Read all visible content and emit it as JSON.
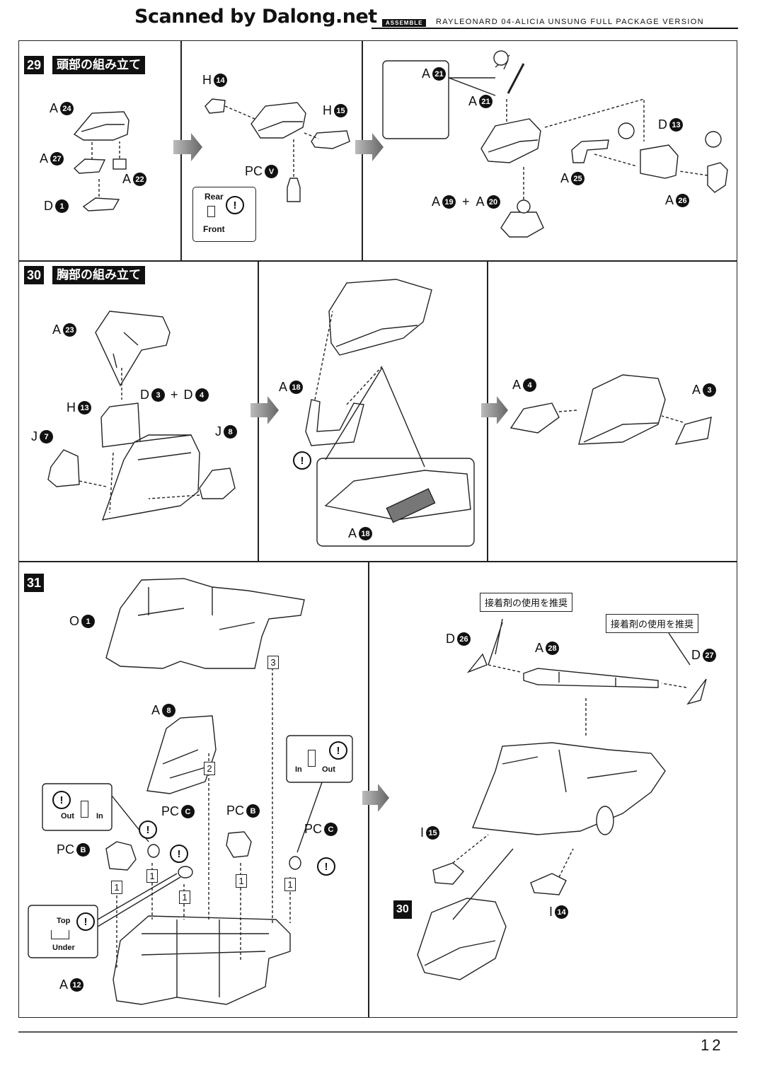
{
  "watermark": "Scanned by Dalong.net",
  "header": {
    "badge": "ASSEMBLE",
    "title": "RAYLEONARD 04-ALICIA UNSUNG FULL PACKAGE VERSION"
  },
  "page_number": "12",
  "step29": {
    "number": "29",
    "title": "頭部の組み立て",
    "labels": {
      "a24": {
        "letter": "A",
        "num": "24"
      },
      "a27": {
        "letter": "A",
        "num": "27"
      },
      "a22": {
        "letter": "A",
        "num": "22"
      },
      "d1": {
        "letter": "D",
        "num": "1"
      },
      "h14": {
        "letter": "H",
        "num": "14"
      },
      "h15": {
        "letter": "H",
        "num": "15"
      },
      "pcv": {
        "letter": "PC",
        "num": "V"
      },
      "a21_box": {
        "letter": "A",
        "num": "21"
      },
      "a21": {
        "letter": "A",
        "num": "21"
      },
      "d13": {
        "letter": "D",
        "num": "13"
      },
      "a25": {
        "letter": "A",
        "num": "25"
      },
      "a26": {
        "letter": "A",
        "num": "26"
      },
      "a19": {
        "letter": "A",
        "num": "19"
      },
      "plus": "+",
      "a20": {
        "letter": "A",
        "num": "20"
      }
    },
    "note": {
      "top": "Rear",
      "bottom": "Front",
      "mark": "!"
    }
  },
  "step30": {
    "number": "30",
    "title": "胸部の組み立て",
    "labels": {
      "a23": {
        "letter": "A",
        "num": "23"
      },
      "d3": {
        "letter": "D",
        "num": "3"
      },
      "plus": "+",
      "d4": {
        "letter": "D",
        "num": "4"
      },
      "h13": {
        "letter": "H",
        "num": "13"
      },
      "j7": {
        "letter": "J",
        "num": "7"
      },
      "j8": {
        "letter": "J",
        "num": "8"
      },
      "a18": {
        "letter": "A",
        "num": "18"
      },
      "a18_detail": {
        "letter": "A",
        "num": "18"
      },
      "a4": {
        "letter": "A",
        "num": "4"
      },
      "a3": {
        "letter": "A",
        "num": "3"
      }
    },
    "mark": "!"
  },
  "step31": {
    "number": "31",
    "labels": {
      "o1": {
        "letter": "O",
        "num": "1"
      },
      "a8": {
        "letter": "A",
        "num": "8"
      },
      "pcc_1": {
        "letter": "PC",
        "num": "C"
      },
      "pcb_1": {
        "letter": "PC",
        "num": "B"
      },
      "pcb_2": {
        "letter": "PC",
        "num": "B"
      },
      "pcc_2": {
        "letter": "PC",
        "num": "C"
      },
      "a12": {
        "letter": "A",
        "num": "12"
      },
      "d26": {
        "letter": "D",
        "num": "26"
      },
      "a28": {
        "letter": "A",
        "num": "28"
      },
      "d27": {
        "letter": "D",
        "num": "27"
      },
      "i15": {
        "letter": "I",
        "num": "15"
      },
      "i14": {
        "letter": "I",
        "num": "14"
      }
    },
    "sequence": {
      "s3": "3",
      "s2": "2",
      "s1a": "1",
      "s1b": "1",
      "s1c": "1",
      "s1d": "1",
      "s1e": "1"
    },
    "note_out_in": {
      "left": "Out",
      "right": "In",
      "mark": "!"
    },
    "note_in_out": {
      "left": "In",
      "right": "Out",
      "mark": "!"
    },
    "note_top_under": {
      "top": "Top",
      "bottom": "Under",
      "mark": "!"
    },
    "glue_note_1": "接着剤の使用を推奨",
    "glue_note_2": "接着剤の使用を推奨",
    "ref_step": "30"
  }
}
